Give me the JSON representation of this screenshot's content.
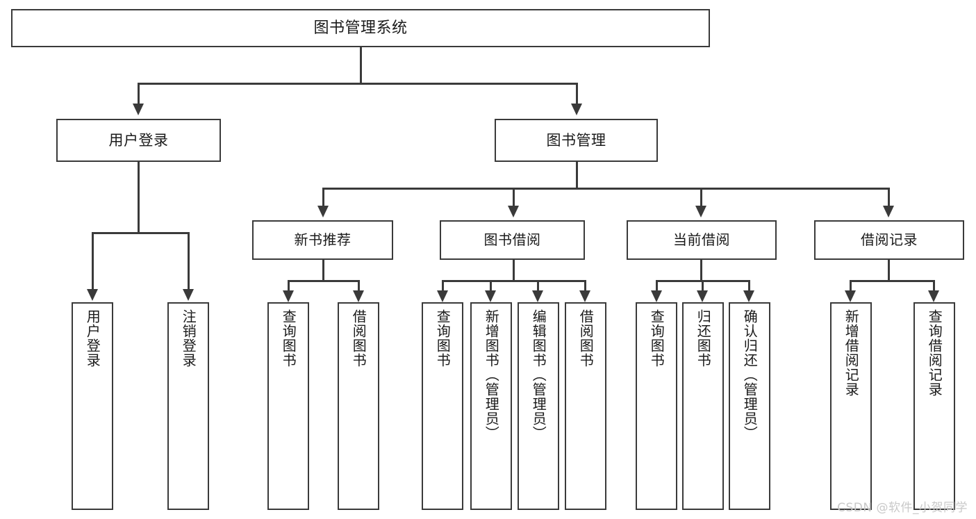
{
  "diagram": {
    "title": "图书管理系统",
    "type": "tree",
    "style": {
      "box_border_color": "#3a3a3a",
      "box_fill_color": "#ffffff",
      "connector_color": "#3a3a3a",
      "text_color": "#1a1a1a",
      "background": "#ffffff"
    }
  },
  "nodes": {
    "root": {
      "label": "图书管理系统"
    },
    "level2": [
      {
        "id": "user-login",
        "label": "用户登录"
      },
      {
        "id": "book-manage",
        "label": "图书管理"
      }
    ],
    "level3": [
      {
        "id": "new-book-recommend",
        "label": "新书推荐"
      },
      {
        "id": "book-borrow",
        "label": "图书借阅"
      },
      {
        "id": "current-borrow",
        "label": "当前借阅"
      },
      {
        "id": "borrow-record",
        "label": "借阅记录"
      }
    ],
    "leaves": {
      "user_login": [
        {
          "id": "leaf-user-login",
          "label": "用户登录"
        },
        {
          "id": "leaf-logout-login",
          "label": "注销登录"
        }
      ],
      "new_book_recommend": [
        {
          "id": "leaf-query-book-1",
          "label": "查询图书"
        },
        {
          "id": "leaf-borrow-book-1",
          "label": "借阅图书"
        }
      ],
      "book_borrow": [
        {
          "id": "leaf-query-book-2",
          "label": "查询图书"
        },
        {
          "id": "leaf-add-book",
          "label": "新增图书（管理员）"
        },
        {
          "id": "leaf-edit-book",
          "label": "编辑图书（管理员）"
        },
        {
          "id": "leaf-borrow-book-2",
          "label": "借阅图书"
        }
      ],
      "current_borrow": [
        {
          "id": "leaf-query-book-3",
          "label": "查询图书"
        },
        {
          "id": "leaf-return-book",
          "label": "归还图书"
        },
        {
          "id": "leaf-confirm-return",
          "label": "确认归还（管理员）"
        }
      ],
      "borrow_record": [
        {
          "id": "leaf-add-record",
          "label": "新增借阅记录"
        },
        {
          "id": "leaf-query-record",
          "label": "查询借阅记录"
        }
      ]
    }
  },
  "watermark": {
    "text": "CSDN @软件_小贺同学"
  }
}
